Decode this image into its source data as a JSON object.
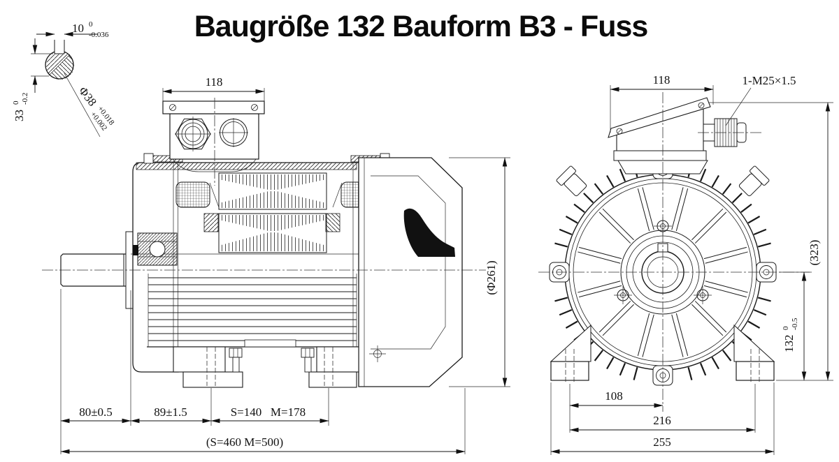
{
  "title": "Baugröße 132 Bauform B3 - Fuss",
  "shaft_detail": {
    "keyway_width": "10",
    "keyway_width_tol_upper": "0",
    "keyway_width_tol_lower": "-0.036",
    "shaft_height": "33",
    "shaft_height_tol_upper": "0",
    "shaft_height_tol_lower": "-0.2",
    "diameter": "Φ38",
    "diameter_tol_upper": "+0.018",
    "diameter_tol_lower": "+0.002"
  },
  "side_view": {
    "terminal_box_width": "118",
    "fan_cover_diameter": "(Φ261)",
    "shaft_extension": "80±0.5",
    "bearing_to_foot": "89±1.5",
    "foot_spacing_s": "S=140",
    "foot_spacing_m": "M=178",
    "overall_length": "(S=460 M=500)"
  },
  "end_view": {
    "terminal_box_width": "118",
    "cable_gland": "1-M25×1.5",
    "overall_height": "(323)",
    "shaft_height": "132",
    "shaft_height_tol_upper": "0",
    "shaft_height_tol_lower": "-0.5",
    "foot_hole_to_center": "108",
    "foot_hole_spacing": "216",
    "foot_width": "255"
  }
}
